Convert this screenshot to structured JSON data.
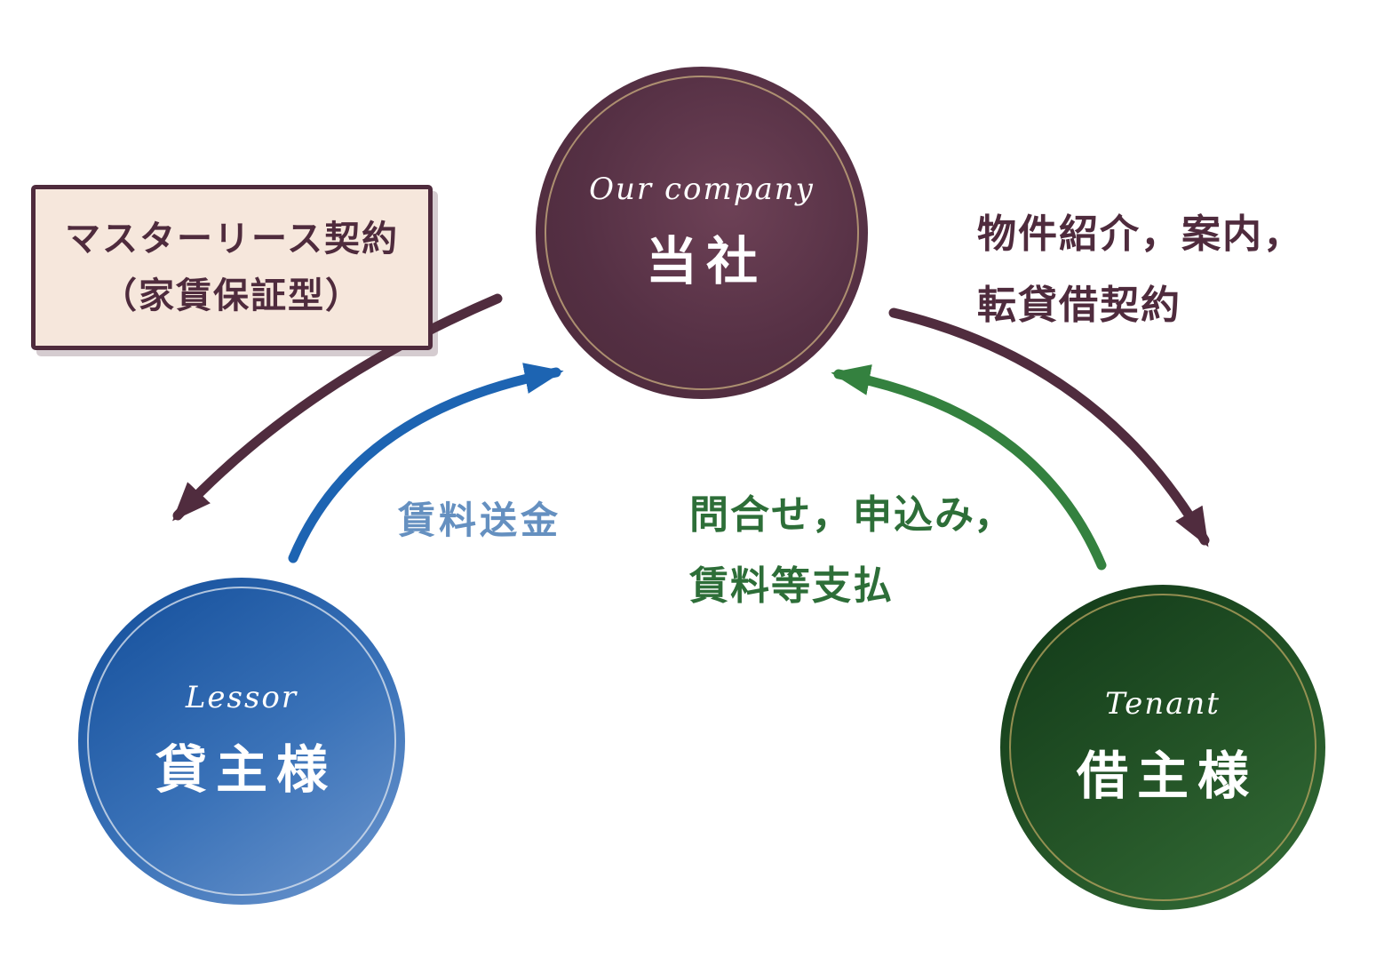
{
  "contract_box": {
    "line1": "マスターリース契約",
    "line2": "（家賃保証型）"
  },
  "nodes": {
    "company": {
      "en": "Our company",
      "ja": "当社"
    },
    "lessor": {
      "en": "Lessor",
      "ja": "貸主様"
    },
    "tenant": {
      "en": "Tenant",
      "ja": "借主様"
    }
  },
  "arrow_labels": {
    "lessor_to_company": "賃料送金",
    "tenant_to_company_line1": "問合せ，申込み，",
    "tenant_to_company_line2": "賃料等支払",
    "company_to_tenant_line1": "物件紹介，案内，",
    "company_to_tenant_line2": "転貸借契約"
  },
  "colors": {
    "maroon": "#502c3e",
    "maroon_circle": "#553044",
    "blue_arrow": "#1d64b2",
    "blue_circle": "#3a72b8",
    "blue_label": "#6590c0",
    "green_arrow": "#34813f",
    "green_circle": "#245427",
    "green_label": "#2d6e38",
    "box_background": "#f6e7dc",
    "ring_gold": "#c3a77c",
    "text_white": "#ffffff",
    "page_background": "#ffffff"
  }
}
